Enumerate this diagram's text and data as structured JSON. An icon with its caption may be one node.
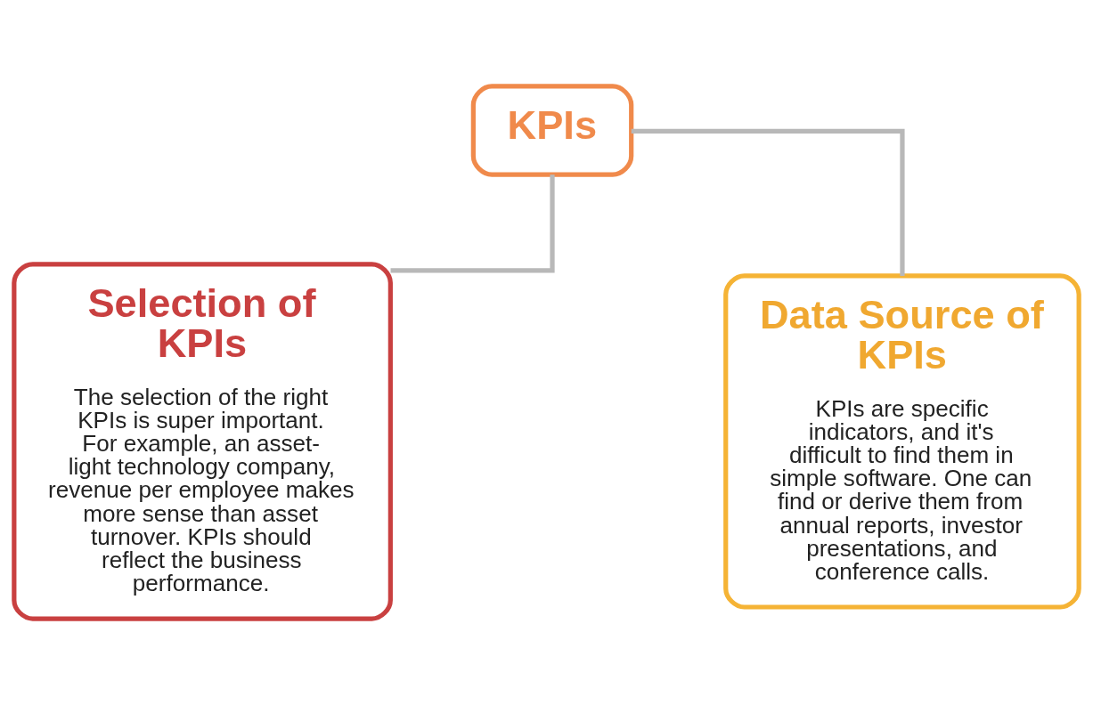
{
  "diagram": {
    "nodes": [
      {
        "text": [
          "KPIs"
        ]
      },
      {
        "text": [
          "Selection of KPIs",
          "The selection of the right KPIs is super important. For example, an asset-light technology company, revenue per employee makes more sense than asset turnover. KPIs should reflect the business performance."
        ]
      },
      {
        "text": [
          "Data Source of KPIs",
          "KPIs are specific indicators, and it's difficult to find them in simple software. One can find or derive them from annual reports, investor presentations, and conference calls."
        ]
      }
    ],
    "edges": [
      {
        "from": 0,
        "to": 1,
        "arrow": "none"
      },
      {
        "from": 0,
        "to": 2,
        "arrow": "none"
      }
    ]
  }
}
